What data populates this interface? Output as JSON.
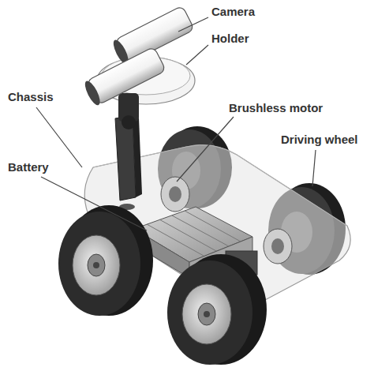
{
  "diagram": {
    "labels": [
      "Camera",
      "Holder",
      "Chassis",
      "Brushless motor",
      "Driving wheel",
      "Battery"
    ]
  }
}
